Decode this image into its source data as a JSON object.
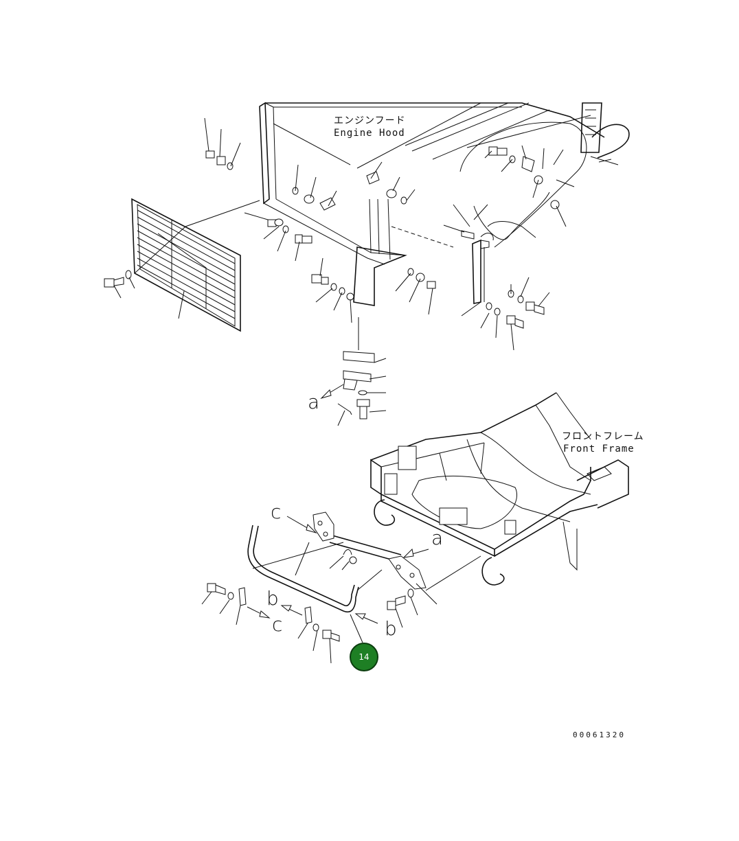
{
  "labels": {
    "engine_hood_jp": "エンジンフード",
    "engine_hood_en": "Engine Hood",
    "front_frame_jp": "フロントフレーム",
    "front_frame_en": "Front Frame"
  },
  "view_letters": {
    "a1": "a",
    "a2": "a",
    "b1": "b",
    "b2": "b",
    "c1": "c",
    "c2": "c"
  },
  "callout": {
    "number": "14",
    "color": "#1e7f24"
  },
  "document_number": "00061320"
}
